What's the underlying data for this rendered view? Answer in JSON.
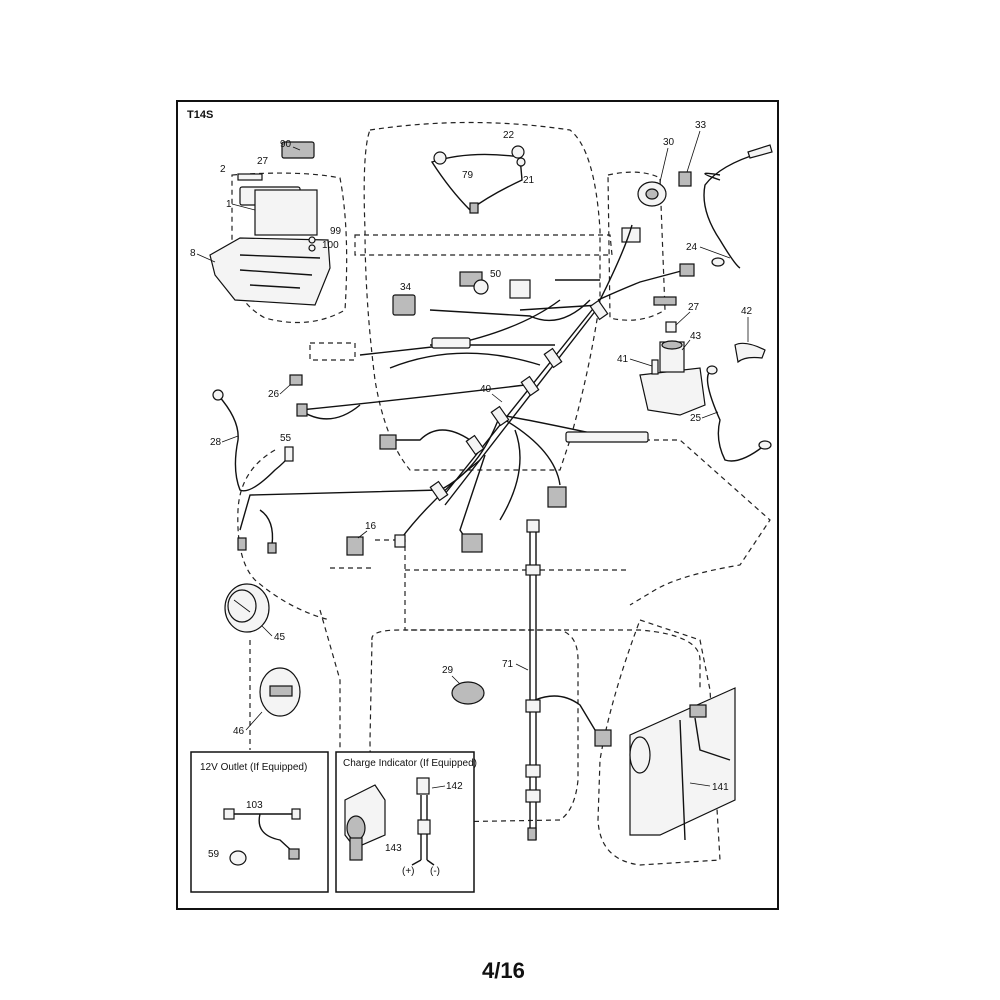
{
  "header": {
    "model_code": "T14S"
  },
  "page": {
    "number": "4/16"
  },
  "callouts": {
    "p1": "1",
    "p2": "2",
    "p8": "8",
    "p16": "16",
    "p21": "21",
    "p22": "22",
    "p24": "24",
    "p25": "25",
    "p26": "26",
    "p27a": "27",
    "p27b": "27",
    "p28": "28",
    "p29": "29",
    "p30": "30",
    "p33": "33",
    "p34": "34",
    "p40": "40",
    "p41": "41",
    "p42": "42",
    "p43": "43",
    "p45": "45",
    "p46": "46",
    "p50": "50",
    "p55": "55",
    "p59": "59",
    "p71": "71",
    "p79": "79",
    "p90": "90",
    "p99": "99",
    "p100": "100",
    "p103": "103",
    "p141": "141",
    "p142": "142",
    "p143": "143"
  },
  "insets": {
    "outlet": {
      "title": "12V Outlet (If Equipped)"
    },
    "charge": {
      "title": "Charge Indicator (If Equipped)",
      "plus": "(+)",
      "minus": "(-)"
    }
  }
}
